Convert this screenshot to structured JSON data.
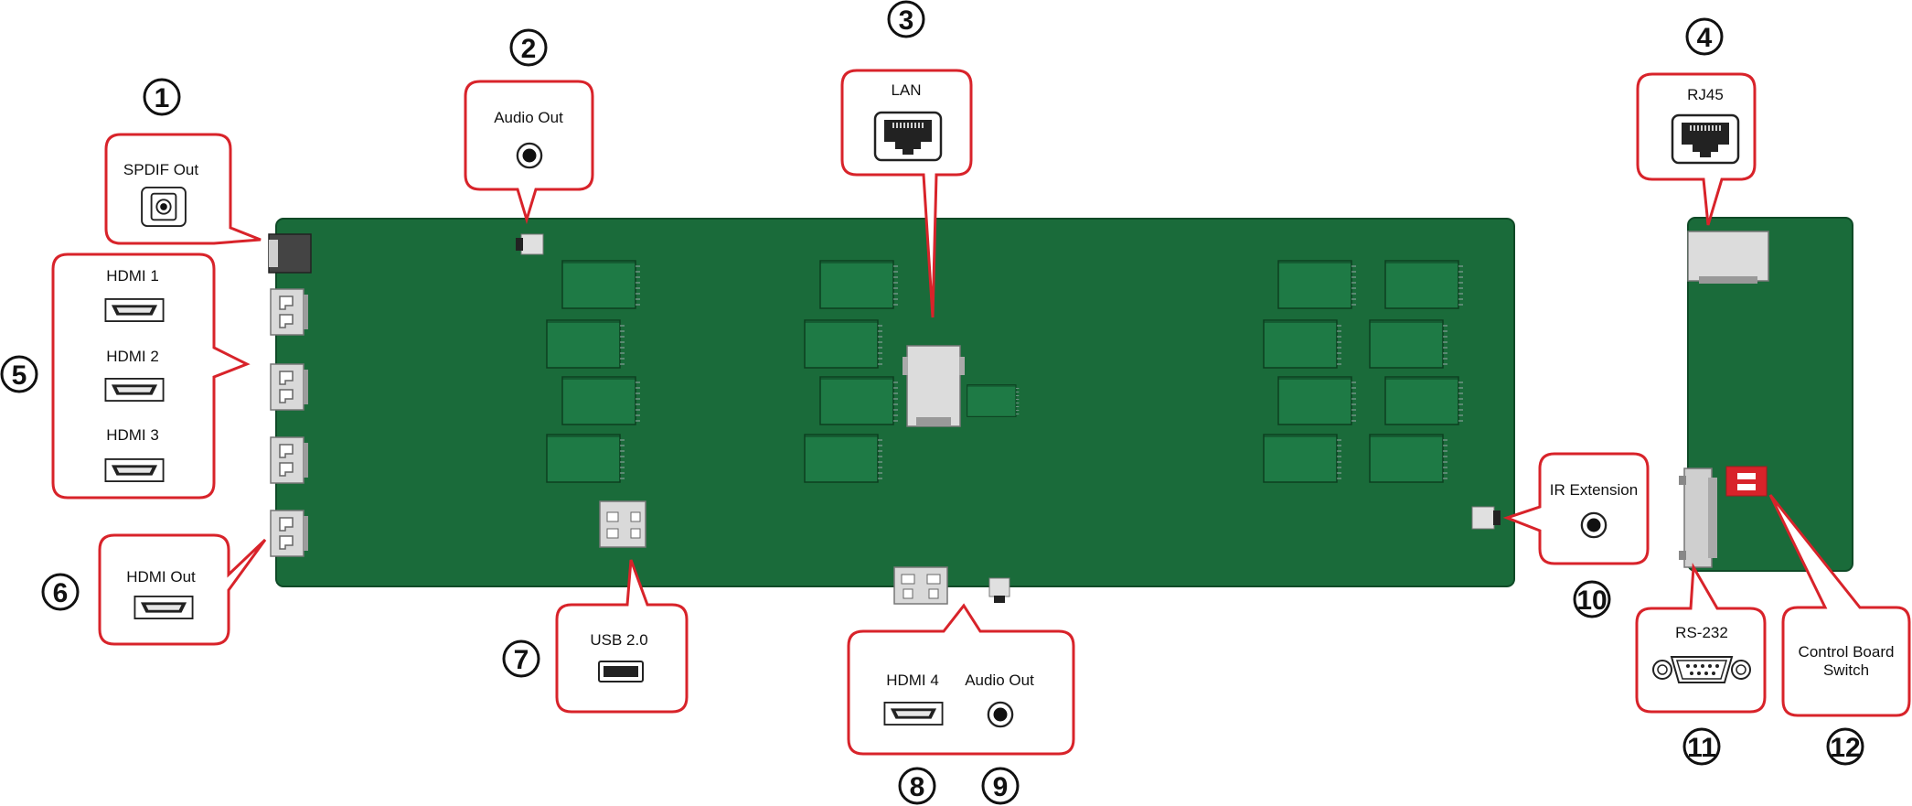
{
  "colors": {
    "board": "#1a6b3a",
    "board_edge": "#0f4a27",
    "callout_stroke": "#d8232a",
    "switch": "#d8232a",
    "connector": "#cfcfcf"
  },
  "callouts": [
    {
      "number": "1",
      "labels": [
        "SPDIF Out"
      ],
      "icons": [
        "spdif-optical-icon"
      ]
    },
    {
      "number": "2",
      "labels": [
        "Audio Out"
      ],
      "icons": [
        "audio-jack-icon"
      ]
    },
    {
      "number": "3",
      "labels": [
        "LAN"
      ],
      "icons": [
        "rj45-port-icon"
      ]
    },
    {
      "number": "4",
      "labels": [
        "RJ45"
      ],
      "icons": [
        "rj45-port-icon"
      ]
    },
    {
      "number": "5",
      "labels": [
        "HDMI 1",
        "HDMI 2",
        "HDMI 3"
      ],
      "icons": [
        "hdmi-port-icon",
        "hdmi-port-icon",
        "hdmi-port-icon"
      ]
    },
    {
      "number": "6",
      "labels": [
        "HDMI Out"
      ],
      "icons": [
        "hdmi-port-icon"
      ]
    },
    {
      "number": "7",
      "labels": [
        "USB 2.0"
      ],
      "icons": [
        "usb-port-icon"
      ]
    },
    {
      "number": "8",
      "labels": [
        "HDMI 4"
      ],
      "icons": [
        "hdmi-port-icon"
      ]
    },
    {
      "number": "9",
      "labels": [
        "Audio Out"
      ],
      "icons": [
        "audio-jack-icon"
      ]
    },
    {
      "number": "10",
      "labels": [
        "IR Extension"
      ],
      "icons": [
        "audio-jack-icon"
      ]
    },
    {
      "number": "11",
      "labels": [
        "RS-232"
      ],
      "icons": [
        "db9-serial-icon"
      ]
    },
    {
      "number": "12",
      "labels": [
        "Control Board",
        "Switch"
      ],
      "icons": [
        "dip-switch-icon"
      ]
    }
  ]
}
